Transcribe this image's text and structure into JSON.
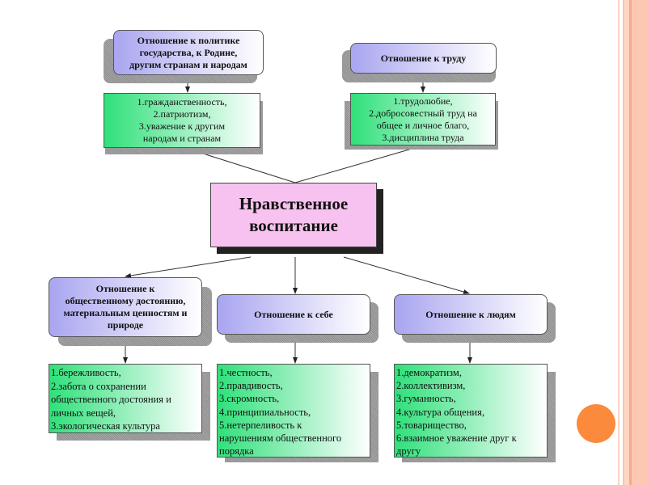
{
  "center": {
    "line1": "Нравственное",
    "line2": "воспитание"
  },
  "top_left": {
    "header": [
      "Отношение к политике",
      "государства, к Родине,",
      "другим странам и народам"
    ],
    "items": [
      "1.гражданственность,",
      "2.патриотизм,",
      "3.уважение к другим",
      "народам и странам"
    ]
  },
  "top_right": {
    "header": [
      "Отношение к труду"
    ],
    "items": [
      "1.трудолюбие,",
      "2.добросовестный труд на",
      "общее и личное благо,",
      "3.дисциплина труда"
    ]
  },
  "bottom_left": {
    "header": [
      "Отношение к",
      "общественному достоянию,",
      "материальным ценностям и",
      "природе"
    ],
    "items": [
      "1.бережливость,",
      "2.забота о сохранении",
      "общественного достояния и",
      "личных вещей,",
      "3.экологическая культура"
    ]
  },
  "bottom_mid": {
    "header": [
      "Отношение к себе"
    ],
    "items": [
      "1.честность,",
      "2.правдивость,",
      "3.скромность,",
      "4.принципиальность,",
      "5.нетерпеливость к",
      "нарушениям общественного",
      "порядка"
    ]
  },
  "bottom_right": {
    "header": [
      "Отношение к людям"
    ],
    "items": [
      "1.демократизм,",
      "2.коллективизм,",
      "3.гуманность,",
      "4.культура общения,",
      "5.товарищество,",
      "6.взаимное уважение друг к",
      "другу"
    ]
  },
  "colors": {
    "header": "#a9a5f0",
    "list": "#2fe07a",
    "center": "#f7c2ef",
    "accent": "#fc8a3c",
    "border": "#fcc8b4"
  }
}
